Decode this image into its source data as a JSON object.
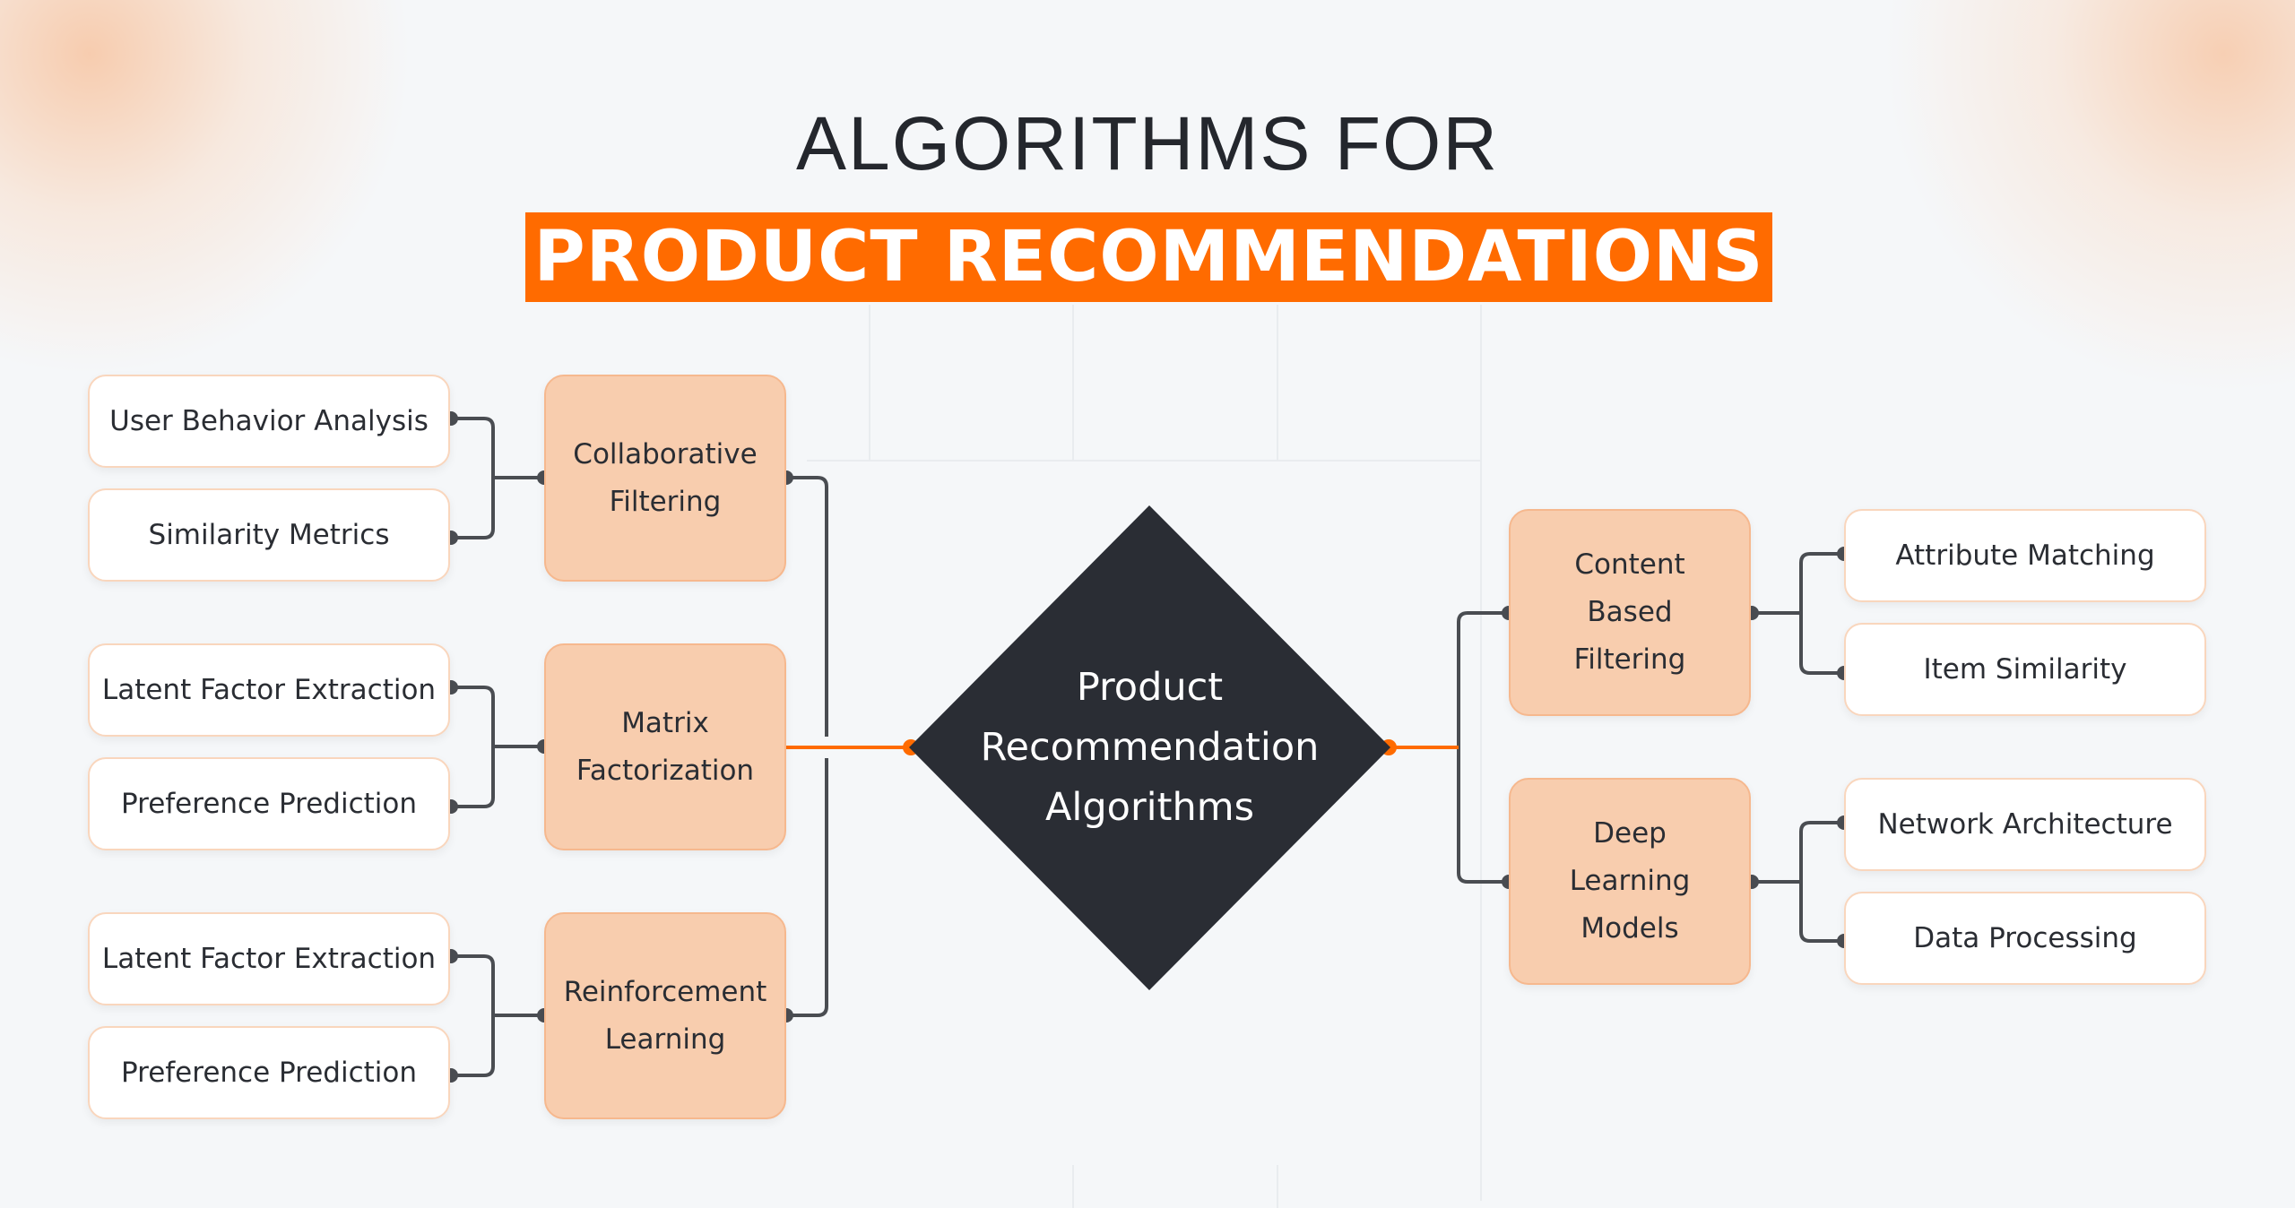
{
  "header": {
    "title_line1": "ALGORITHMS FOR",
    "title_line2": "PRODUCT RECOMMENDATIONS"
  },
  "colors": {
    "accent": "#ff6b00",
    "branch_fill": "#f8cdae",
    "branch_border": "#f6b88e",
    "leaf_border": "#f9d6bd",
    "center_fill": "#2a2d34",
    "connector": "#4a4d52",
    "background": "#f5f7f9"
  },
  "center": {
    "lines": [
      "Product",
      "Recommendation",
      "Algorithms"
    ]
  },
  "left_branches": [
    {
      "lines": [
        "Collaborative",
        "Filtering"
      ],
      "leaves": [
        "User Behavior Analysis",
        "Similarity Metrics"
      ]
    },
    {
      "lines": [
        "Matrix",
        "Factorization"
      ],
      "leaves": [
        "Latent Factor Extraction",
        "Preference Prediction"
      ]
    },
    {
      "lines": [
        "Reinforcement",
        "Learning"
      ],
      "leaves": [
        "Latent Factor Extraction",
        "Preference Prediction"
      ]
    }
  ],
  "right_branches": [
    {
      "lines": [
        "Content",
        "Based",
        "Filtering"
      ],
      "leaves": [
        "Attribute Matching",
        "Item Similarity"
      ]
    },
    {
      "lines": [
        "Deep",
        "Learning",
        "Models"
      ],
      "leaves": [
        "Network Architecture",
        "Data Processing"
      ]
    }
  ]
}
